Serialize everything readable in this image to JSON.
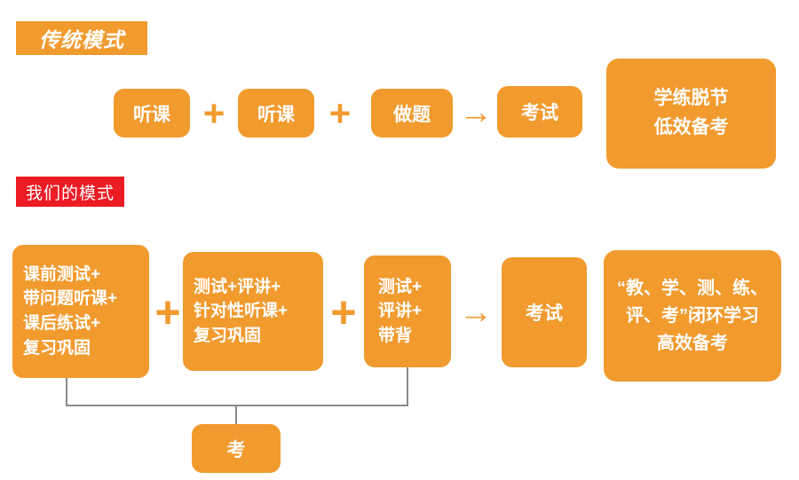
{
  "colors": {
    "orange": "#F19A2E",
    "red": "#EC1C24",
    "text_on_box": "#FFFFFF",
    "bracket_line": "#8A8A8A"
  },
  "traditional": {
    "label": "传统模式",
    "steps": [
      "听课",
      "听课",
      "做题"
    ],
    "plus": "+",
    "arrow": "→",
    "exam": "考试",
    "result_lines": [
      "学练脱节",
      "低效备考"
    ]
  },
  "ours": {
    "label": "我们的模式",
    "step1_lines": [
      "课前测试+",
      "带问题听课+",
      "课后练试+",
      "复习巩固"
    ],
    "step2_lines": [
      "测试+评讲+",
      "针对性听课+",
      "复习巩固"
    ],
    "step3_lines": [
      "测试+",
      "评讲+",
      "带背"
    ],
    "plus": "+",
    "arrow": "→",
    "exam": "考试",
    "result_lines": [
      "“教、学、测、练、",
      "评、考”闭环学习",
      "高效备考"
    ],
    "bracket_label": "考"
  }
}
